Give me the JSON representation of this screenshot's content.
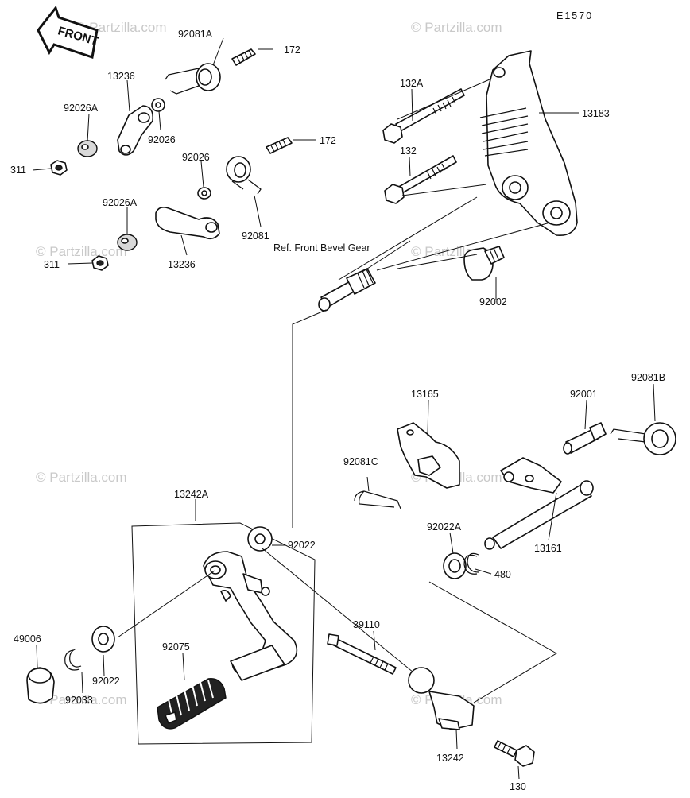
{
  "diagram_code": "E1570",
  "front_badge": "FRONT",
  "watermark": "© Partzilla.com",
  "reference_note": "Ref. Front Bevel Gear",
  "callouts": [
    {
      "id": "c-92081A",
      "text": "92081A"
    },
    {
      "id": "c-172-top",
      "text": "172"
    },
    {
      "id": "c-13236-top",
      "text": "13236"
    },
    {
      "id": "c-92026A-top",
      "text": "92026A"
    },
    {
      "id": "c-92026-top",
      "text": "92026"
    },
    {
      "id": "c-311-top",
      "text": "311"
    },
    {
      "id": "c-92026-mid",
      "text": "92026"
    },
    {
      "id": "c-172-mid",
      "text": "172"
    },
    {
      "id": "c-92026A-mid",
      "text": "92026A"
    },
    {
      "id": "c-92081",
      "text": "92081"
    },
    {
      "id": "c-311-mid",
      "text": "311"
    },
    {
      "id": "c-13236-mid",
      "text": "13236"
    },
    {
      "id": "c-132A",
      "text": "132A"
    },
    {
      "id": "c-13183",
      "text": "13183"
    },
    {
      "id": "c-132",
      "text": "132"
    },
    {
      "id": "c-92002",
      "text": "92002"
    },
    {
      "id": "c-13165",
      "text": "13165"
    },
    {
      "id": "c-92001",
      "text": "92001"
    },
    {
      "id": "c-92081B",
      "text": "92081B"
    },
    {
      "id": "c-92081C",
      "text": "92081C"
    },
    {
      "id": "c-13242A",
      "text": "13242A"
    },
    {
      "id": "c-92022-top",
      "text": "92022"
    },
    {
      "id": "c-92022A",
      "text": "92022A"
    },
    {
      "id": "c-13161",
      "text": "13161"
    },
    {
      "id": "c-480",
      "text": "480"
    },
    {
      "id": "c-39110",
      "text": "39110"
    },
    {
      "id": "c-49006",
      "text": "49006"
    },
    {
      "id": "c-92075",
      "text": "92075"
    },
    {
      "id": "c-92022-low",
      "text": "92022"
    },
    {
      "id": "c-92033",
      "text": "92033"
    },
    {
      "id": "c-13242",
      "text": "13242"
    },
    {
      "id": "c-130",
      "text": "130"
    }
  ]
}
